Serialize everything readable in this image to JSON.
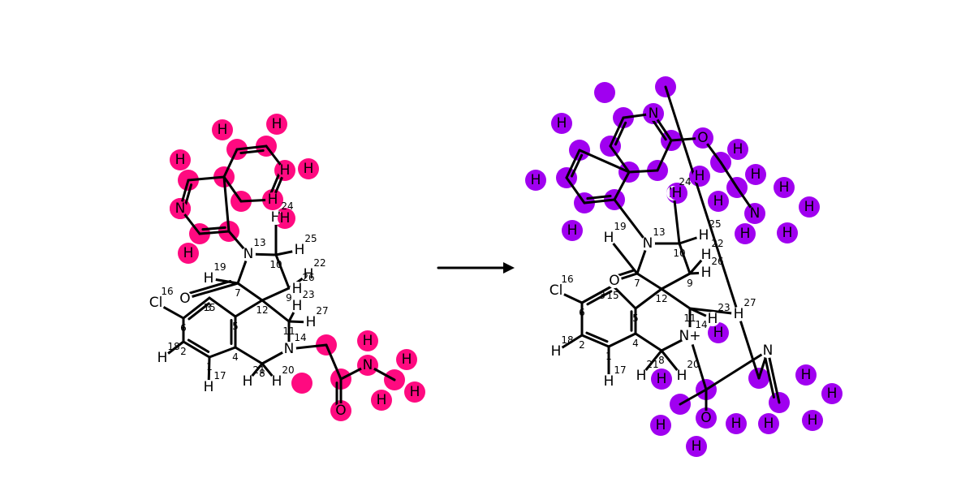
{
  "colors": {
    "bond": "#000000",
    "highlight_left": "#ff0a80",
    "highlight_right": "#a000f0"
  },
  "reaction_arrow": "right-arrow",
  "molecules": [
    {
      "id": "reactant",
      "atoms": [
        {
          "el": "",
          "idx": "1"
        },
        {
          "el": "",
          "idx": "2"
        },
        {
          "el": "",
          "idx": "3"
        },
        {
          "el": "",
          "idx": "4"
        },
        {
          "el": "",
          "idx": "5"
        },
        {
          "el": "",
          "idx": "6"
        },
        {
          "el": "",
          "idx": "7"
        },
        {
          "el": "",
          "idx": "8"
        },
        {
          "el": "",
          "idx": "9"
        },
        {
          "el": "",
          "idx": "10"
        },
        {
          "el": "",
          "idx": "11"
        },
        {
          "el": "",
          "idx": "12"
        },
        {
          "el": "N",
          "idx": "13"
        },
        {
          "el": "N",
          "idx": "14"
        },
        {
          "el": "",
          "idx": "15"
        },
        {
          "el": "Cl",
          "idx": "16"
        },
        {
          "el": "H",
          "idx": "17"
        },
        {
          "el": "H",
          "idx": "18"
        },
        {
          "el": "H",
          "idx": "19"
        },
        {
          "el": "H",
          "idx": "20"
        },
        {
          "el": "H",
          "idx": "21"
        },
        {
          "el": "H",
          "idx": "22"
        },
        {
          "el": "H",
          "idx": "23"
        },
        {
          "el": "H",
          "idx": "24"
        },
        {
          "el": "H",
          "idx": "25"
        },
        {
          "el": "H",
          "idx": "26"
        },
        {
          "el": "H",
          "idx": "27"
        },
        {
          "el": "O",
          "idx": ""
        },
        {
          "el": "",
          "idx": ""
        },
        {
          "el": "",
          "idx": ""
        },
        {
          "el": "",
          "idx": ""
        },
        {
          "el": "",
          "idx": ""
        },
        {
          "el": "",
          "idx": ""
        },
        {
          "el": "",
          "idx": ""
        },
        {
          "el": "",
          "idx": ""
        },
        {
          "el": "N",
          "idx": ""
        },
        {
          "el": "H",
          "idx": ""
        },
        {
          "el": "H",
          "idx": ""
        },
        {
          "el": "H",
          "idx": ""
        },
        {
          "el": "H",
          "idx": ""
        },
        {
          "el": "H",
          "idx": ""
        },
        {
          "el": "H",
          "idx": ""
        },
        {
          "el": "",
          "idx": ""
        },
        {
          "el": "H",
          "idx": ""
        },
        {
          "el": "H",
          "idx": ""
        },
        {
          "el": "",
          "idx": ""
        },
        {
          "el": "O",
          "idx": ""
        },
        {
          "el": "N",
          "idx": ""
        },
        {
          "el": "H",
          "idx": ""
        },
        {
          "el": "",
          "idx": ""
        },
        {
          "el": "H",
          "idx": ""
        },
        {
          "el": "H",
          "idx": ""
        },
        {
          "el": "H",
          "idx": ""
        }
      ]
    },
    {
      "id": "product",
      "atoms": [
        {
          "el": "",
          "idx": "1"
        },
        {
          "el": "",
          "idx": "2"
        },
        {
          "el": "",
          "idx": "3"
        },
        {
          "el": "",
          "idx": "4"
        },
        {
          "el": "",
          "idx": "5"
        },
        {
          "el": "",
          "idx": "6"
        },
        {
          "el": "",
          "idx": "7"
        },
        {
          "el": "",
          "idx": "8"
        },
        {
          "el": "",
          "idx": "9"
        },
        {
          "el": "",
          "idx": "10"
        },
        {
          "el": "",
          "idx": "11"
        },
        {
          "el": "",
          "idx": "12"
        },
        {
          "el": "N",
          "idx": "13"
        },
        {
          "el": "N+",
          "idx": "14"
        },
        {
          "el": "",
          "idx": "15"
        },
        {
          "el": "Cl",
          "idx": "16"
        },
        {
          "el": "H",
          "idx": "17"
        },
        {
          "el": "H",
          "idx": "18"
        },
        {
          "el": "H",
          "idx": "19"
        },
        {
          "el": "H",
          "idx": "20"
        },
        {
          "el": "H",
          "idx": "21"
        },
        {
          "el": "H",
          "idx": "22"
        },
        {
          "el": "H",
          "idx": "23"
        },
        {
          "el": "H",
          "idx": "24"
        },
        {
          "el": "H",
          "idx": "25"
        },
        {
          "el": "H",
          "idx": "26"
        },
        {
          "el": "H",
          "idx": "27"
        },
        {
          "el": "O",
          "idx": ""
        },
        {
          "el": "",
          "idx": ""
        },
        {
          "el": "",
          "idx": ""
        },
        {
          "el": "",
          "idx": ""
        },
        {
          "el": "",
          "idx": ""
        },
        {
          "el": "",
          "idx": ""
        },
        {
          "el": "",
          "idx": ""
        },
        {
          "el": "",
          "idx": ""
        },
        {
          "el": "N",
          "idx": ""
        },
        {
          "el": "",
          "idx": ""
        },
        {
          "el": "",
          "idx": ""
        },
        {
          "el": "O",
          "idx": ""
        },
        {
          "el": "",
          "idx": ""
        },
        {
          "el": "",
          "idx": ""
        },
        {
          "el": "N",
          "idx": ""
        },
        {
          "el": "",
          "idx": ""
        },
        {
          "el": "",
          "idx": ""
        },
        {
          "el": "O",
          "idx": ""
        },
        {
          "el": "N",
          "idx": ""
        },
        {
          "el": "",
          "idx": ""
        },
        {
          "el": "",
          "idx": ""
        },
        {
          "el": "",
          "idx": ""
        },
        {
          "el": "",
          "idx": ""
        },
        {
          "el": "H",
          "idx": ""
        },
        {
          "el": "H",
          "idx": ""
        },
        {
          "el": "H",
          "idx": ""
        },
        {
          "el": "H",
          "idx": ""
        },
        {
          "el": "H",
          "idx": ""
        },
        {
          "el": "H",
          "idx": ""
        },
        {
          "el": "H",
          "idx": ""
        },
        {
          "el": "H",
          "idx": ""
        },
        {
          "el": "H",
          "idx": ""
        },
        {
          "el": "H",
          "idx": ""
        },
        {
          "el": "H",
          "idx": ""
        },
        {
          "el": "H",
          "idx": ""
        },
        {
          "el": "H",
          "idx": ""
        },
        {
          "el": "H",
          "idx": ""
        },
        {
          "el": "H",
          "idx": ""
        },
        {
          "el": "H",
          "idx": ""
        },
        {
          "el": "H",
          "idx": ""
        },
        {
          "el": "H",
          "idx": ""
        },
        {
          "el": "H",
          "idx": ""
        },
        {
          "el": "H",
          "idx": ""
        },
        {
          "el": "H",
          "idx": ""
        },
        {
          "el": "H",
          "idx": ""
        },
        {
          "el": "H",
          "idx": ""
        }
      ]
    }
  ]
}
